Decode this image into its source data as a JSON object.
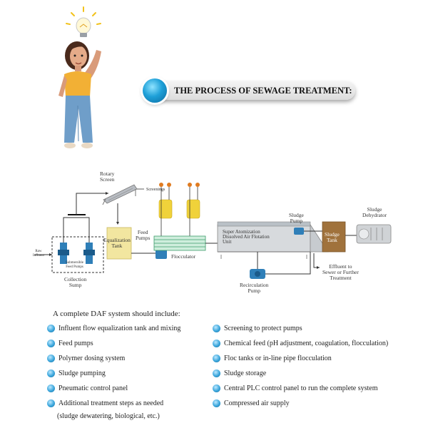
{
  "header": {
    "title": "THE PROCESS OF SEWAGE TREATMENT:"
  },
  "diagram": {
    "rotary_screen": "Rotary\nScreen",
    "screenings": "Screenings",
    "equalization_tank": "Equalization\nTank",
    "feed_pumps": "Feed\nPumps",
    "flocculator": "Flocculator",
    "daf_unit": "Super Atomization\nDissolved Air Flotation\nUnit",
    "sludge_pump": "Sludge\nPump",
    "sludge_tank": "Sludge\nTank",
    "sludge_dehydrator": "Sludge\nDehydrator",
    "raw_influent": "Raw\nInfluent",
    "submersible_feed_pumps": "Submersible\nFeed Pumps",
    "collection_sump": "Collection\nSump",
    "recirculation_pump": "Recirculation\nPump",
    "effluent": "Effluent to\nSewer or Further\nTreatment"
  },
  "checklist": {
    "intro": "A complete DAF system should include:",
    "left": [
      "Influent flow equalization tank and mixing",
      "Feed pumps",
      "Polymer dosing system",
      "Sludge pumping",
      "Pneumatic control panel",
      "Additional treatment steps as needed"
    ],
    "left_continuation": "(sludge dewatering, biological, etc.)",
    "right": [
      "Screening to protect pumps",
      "Chemical feed (pH adjustment, coagulation, flocculation)",
      "Floc tanks or in-line pipe flocculation",
      "Sludge storage",
      "Central PLC control panel to run the complete system",
      "Compressed air supply"
    ]
  },
  "colors": {
    "accent_blue": "#1ea0d8",
    "tank_yellow": "#f2e6a0",
    "sludge_brown": "#a0723c",
    "woman_shirt": "#f2b035",
    "woman_pants": "#6f9ec9"
  },
  "icons": [
    "lightbulb-icon",
    "bullet-orb-icon"
  ]
}
